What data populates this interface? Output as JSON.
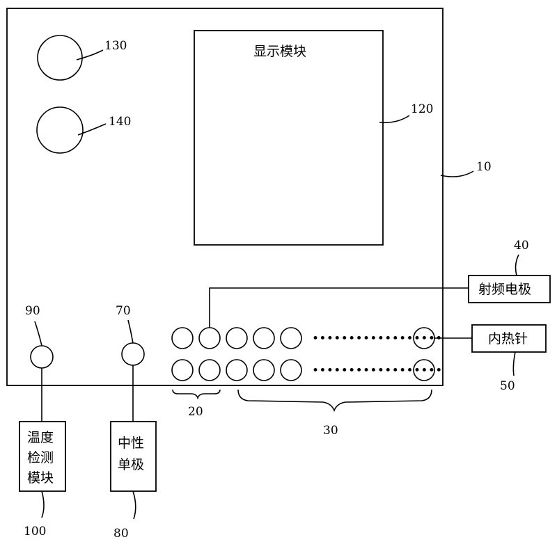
{
  "labels": {
    "device": "10",
    "display_module": "120",
    "knob_top": "130",
    "knob_bottom": "140",
    "port_group_a": "20",
    "port_group_b": "30",
    "rf_electrode": "40",
    "inner_needle": "50",
    "neutral_port": "70",
    "neutral_electrode": "80",
    "temp_port": "90",
    "temp_module": "100"
  },
  "texts": {
    "display": "显示模块",
    "rf": "射频电极",
    "needle": "内热针",
    "neutral_line1": "中性",
    "neutral_line2": "单极",
    "temp_line1": "温度",
    "temp_line2": "检测",
    "temp_line3": "模块",
    "dots": "••••••••••••••••••"
  }
}
